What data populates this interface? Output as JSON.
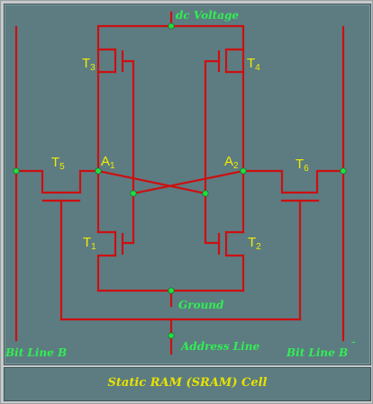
{
  "caption": "Static RAM (SRAM) Cell",
  "labels": {
    "dc_voltage": "dc Voltage",
    "ground": "Ground",
    "address_line": "Address Line",
    "bit_line_b": "Bit Line B",
    "bit_line_b_bar": "Bit Line B",
    "bar_symbol": "–",
    "node_a1": "A",
    "node_a1_sub": "1",
    "node_a2": "A",
    "node_a2_sub": "2",
    "t1": "T",
    "t1_sub": "1",
    "t2": "T",
    "t2_sub": "2",
    "t3": "T",
    "t3_sub": "3",
    "t4": "T",
    "t4_sub": "4",
    "t5": "T",
    "t5_sub": "5",
    "t6": "T",
    "t6_sub": "6"
  },
  "colors": {
    "wire": "#cc1010",
    "node": "#22dd44",
    "panel": "#5c7c82",
    "label_green": "#32ee52",
    "label_yellow": "#f2ec00"
  }
}
